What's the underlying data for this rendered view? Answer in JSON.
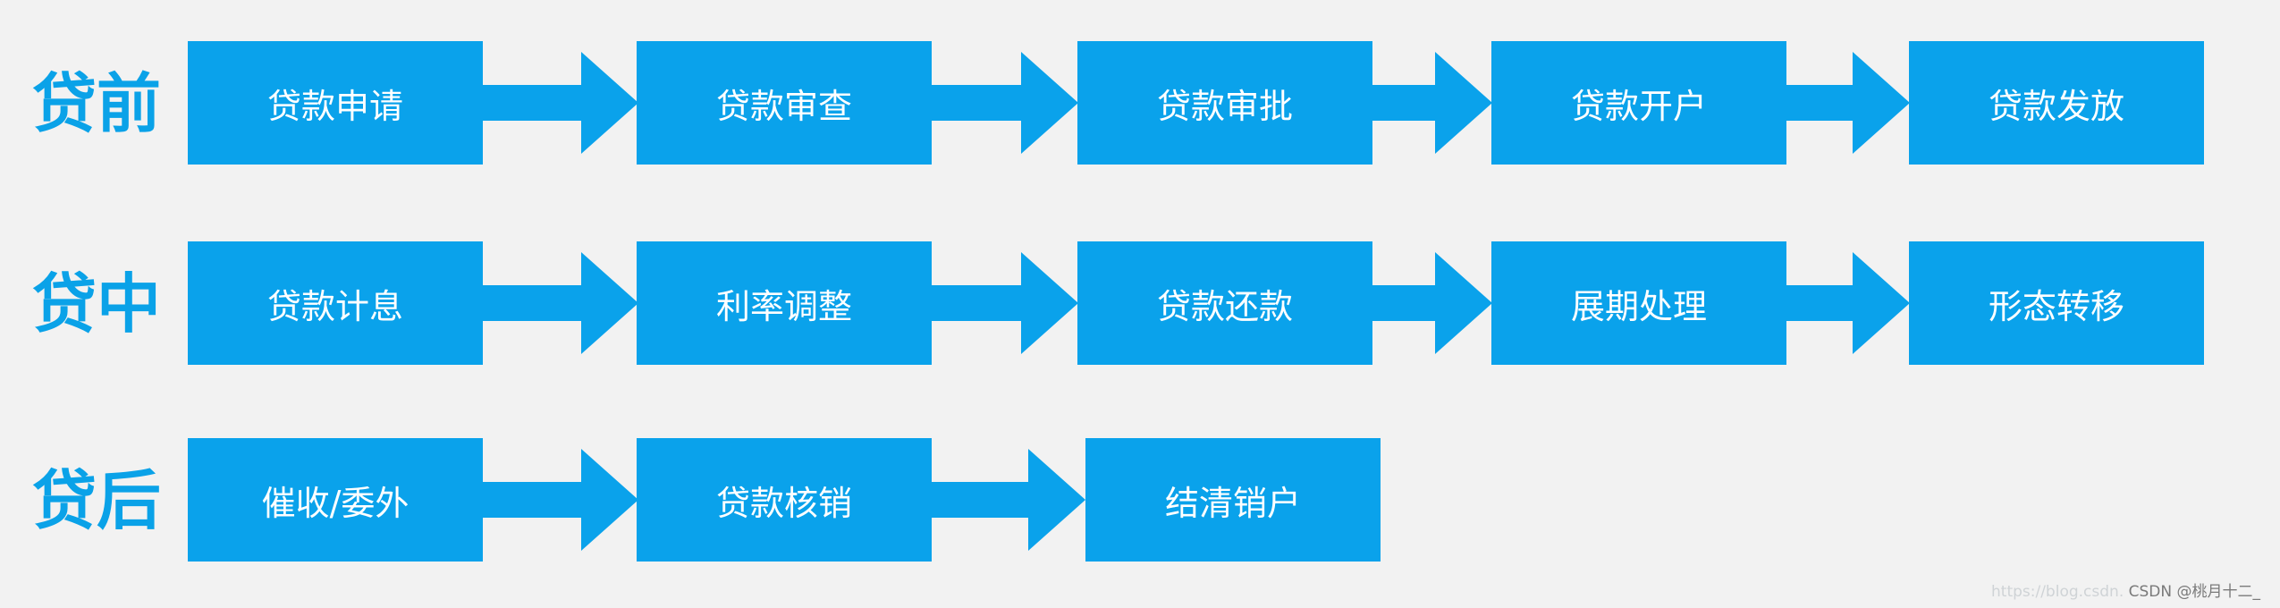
{
  "stages": [
    {
      "label": "贷前",
      "steps": [
        "贷款申请",
        "贷款审查",
        "贷款审批",
        "贷款开户",
        "贷款发放"
      ]
    },
    {
      "label": "贷中",
      "steps": [
        "贷款计息",
        "利率调整",
        "贷款还款",
        "展期处理",
        "形态转移"
      ]
    },
    {
      "label": "贷后",
      "steps": [
        "催收/委外",
        "贷款核销",
        "结清销户"
      ]
    }
  ],
  "colors": {
    "background": "#f2f2f2",
    "accent": "#0aa2eb",
    "label": "#0aa2e8",
    "box_text": "#ffffff"
  },
  "watermark": {
    "faint": "https://blog.csdn.",
    "author": "CSDN @桃月十二_"
  }
}
